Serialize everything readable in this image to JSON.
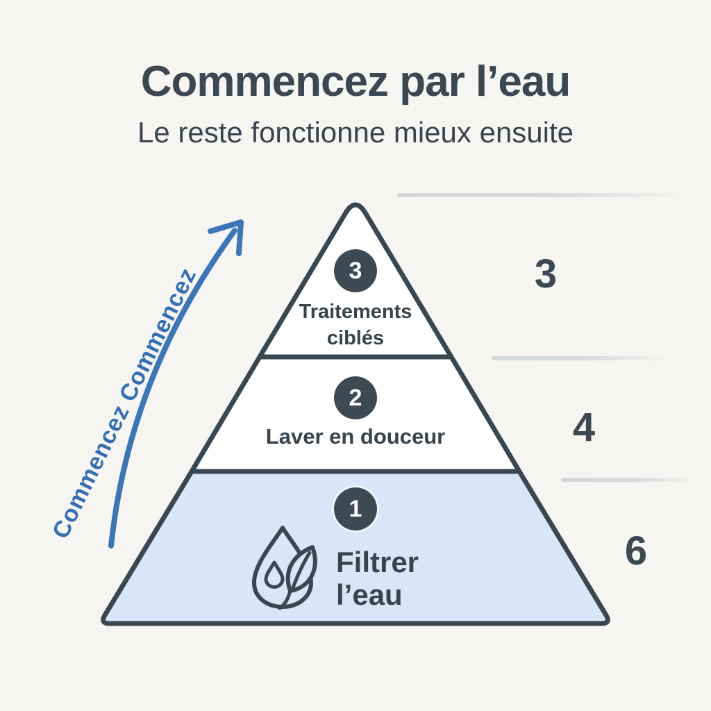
{
  "header": {
    "title": "Commencez par l’eau",
    "subtitle": "Le reste fonctionne mieux ensuite"
  },
  "arrow": {
    "label": "Commencez Commencez"
  },
  "pyramid": {
    "tiers": [
      {
        "badge": "3",
        "label_lines": [
          "Traitements",
          "ciblés"
        ],
        "side_count": "3"
      },
      {
        "badge": "2",
        "label_lines": [
          "Laver en douceur"
        ],
        "side_count": "4"
      },
      {
        "badge": "1",
        "label_lines": [
          "Filtrer",
          "l’eau"
        ],
        "side_count": "6",
        "icon": "water-drop-leaf-icon"
      }
    ]
  },
  "colors": {
    "background": "#f7f5f2",
    "ink": "#3b4650",
    "tier_highlight_fill": "#d7e7f7",
    "tier_fill": "#ffffff",
    "accent_blue": "#3a76b8",
    "label_blue": "#3470b2",
    "line_gray": "#d3d8db",
    "badge_fill": "#3d4a54"
  }
}
